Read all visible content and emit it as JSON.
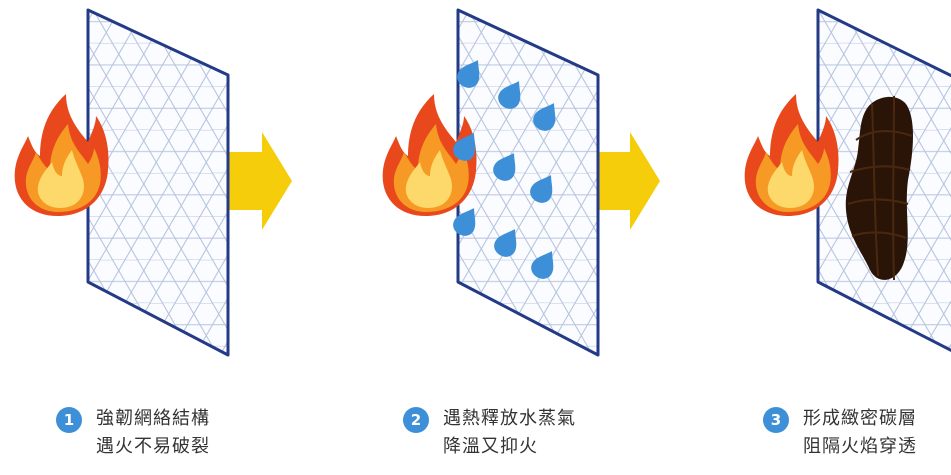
{
  "colors": {
    "panel_border": "#233a86",
    "honeycomb": "#b7c4df",
    "panel_fill": "#fbfcff",
    "arrow": "#f5cd0a",
    "water_drop": "#3d8fd8",
    "char_layer": "#2a1408",
    "flame_outer": "#e8481c",
    "flame_middle": "#f69a25",
    "flame_inner": "#fcd96a",
    "badge": "#3d8fd8",
    "caption_text": "#333333"
  },
  "icons": [
    "flame-icon",
    "arrow-right-icon",
    "water-drop-icon"
  ],
  "steps": [
    {
      "number": "1",
      "line1": "強韌網絡結構",
      "line2": "遇火不易破裂"
    },
    {
      "number": "2",
      "line1": "遇熱釋放水蒸氣",
      "line2": "降溫又抑火"
    },
    {
      "number": "3",
      "line1": "形成緻密碳層",
      "line2": "阻隔火焰穿透"
    }
  ]
}
